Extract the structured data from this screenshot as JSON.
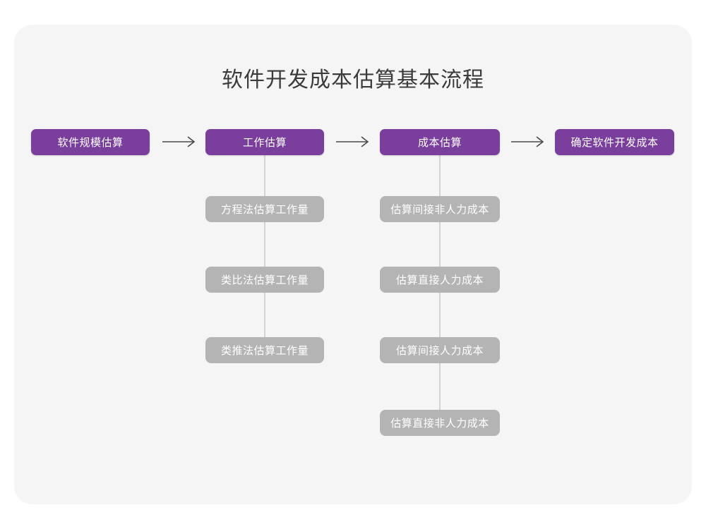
{
  "diagram": {
    "title": "软件开发成本估算基本流程",
    "colors": {
      "card_background": "#f5f5f5",
      "page_background": "#ffffff",
      "primary_node": "#7a3f9d",
      "sub_node": "#b4b4b4",
      "title_text": "#3b3b3b",
      "node_text": "#ffffff",
      "connector": "#d3d3d3",
      "arrow": "#4a4a4a"
    },
    "primary_steps": [
      {
        "id": "scale",
        "label": "软件规模估算"
      },
      {
        "id": "effort",
        "label": "工作估算"
      },
      {
        "id": "cost",
        "label": "成本估算"
      },
      {
        "id": "final",
        "label": "确定软件开发成本"
      }
    ],
    "arrows": [
      {
        "id": "arrow-1",
        "glyph": "→",
        "from": "软件规模估算",
        "to": "工作估算"
      },
      {
        "id": "arrow-2",
        "glyph": "→",
        "from": "工作估算",
        "to": "成本估算"
      },
      {
        "id": "arrow-3",
        "glyph": "→",
        "from": "成本估算",
        "to": "确定软件开发成本"
      }
    ],
    "sub_steps": {
      "effort": [
        "方程法估算工作量",
        "类比法估算工作量",
        "类推法估算工作量"
      ],
      "cost": [
        "估算间接非人力成本",
        "估算直接人力成本",
        "估算间接人力成本",
        "估算直接非人力成本"
      ]
    }
  }
}
